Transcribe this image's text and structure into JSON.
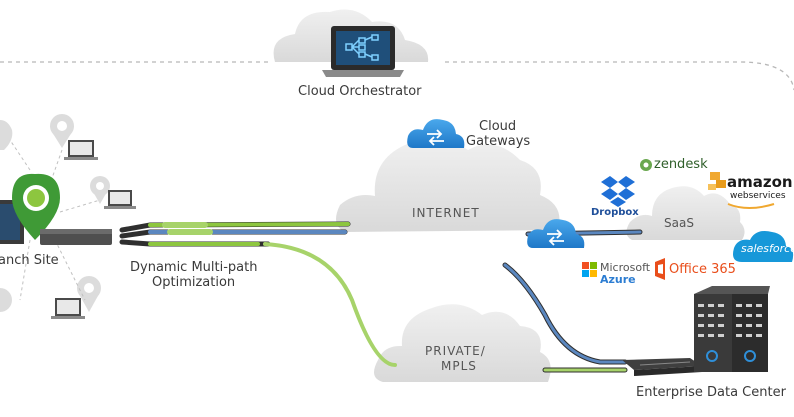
{
  "labels": {
    "cloud_orchestrator": "Cloud Orchestrator",
    "cloud_gateways_line1": "Cloud",
    "cloud_gateways_line2": "Gateways",
    "internet": "INTERNET",
    "saas": "SaaS",
    "private_line1": "PRIVATE/",
    "private_line2": "MPLS",
    "branch_site": "anch Site",
    "dmp_line1": "Dynamic Multi-path",
    "dmp_line2": "Optimization",
    "enterprise_dc": "Enterprise Data Center"
  },
  "saas_apps": {
    "dropbox": "Dropbox",
    "zendesk": "zendesk",
    "amazon_main": "amazon",
    "amazon_sub": "webservices",
    "salesforce": "salesforce",
    "azure_line1": "Microsoft",
    "azure_line2": "Azure",
    "office365": "Office 365"
  },
  "colors": {
    "green_link": "#8dc63f",
    "blue_link": "#5b87bf",
    "gateway_blue": "#2f8fd8",
    "cloud_fill": "#e6e6e6",
    "text": "#3a3a3a"
  }
}
